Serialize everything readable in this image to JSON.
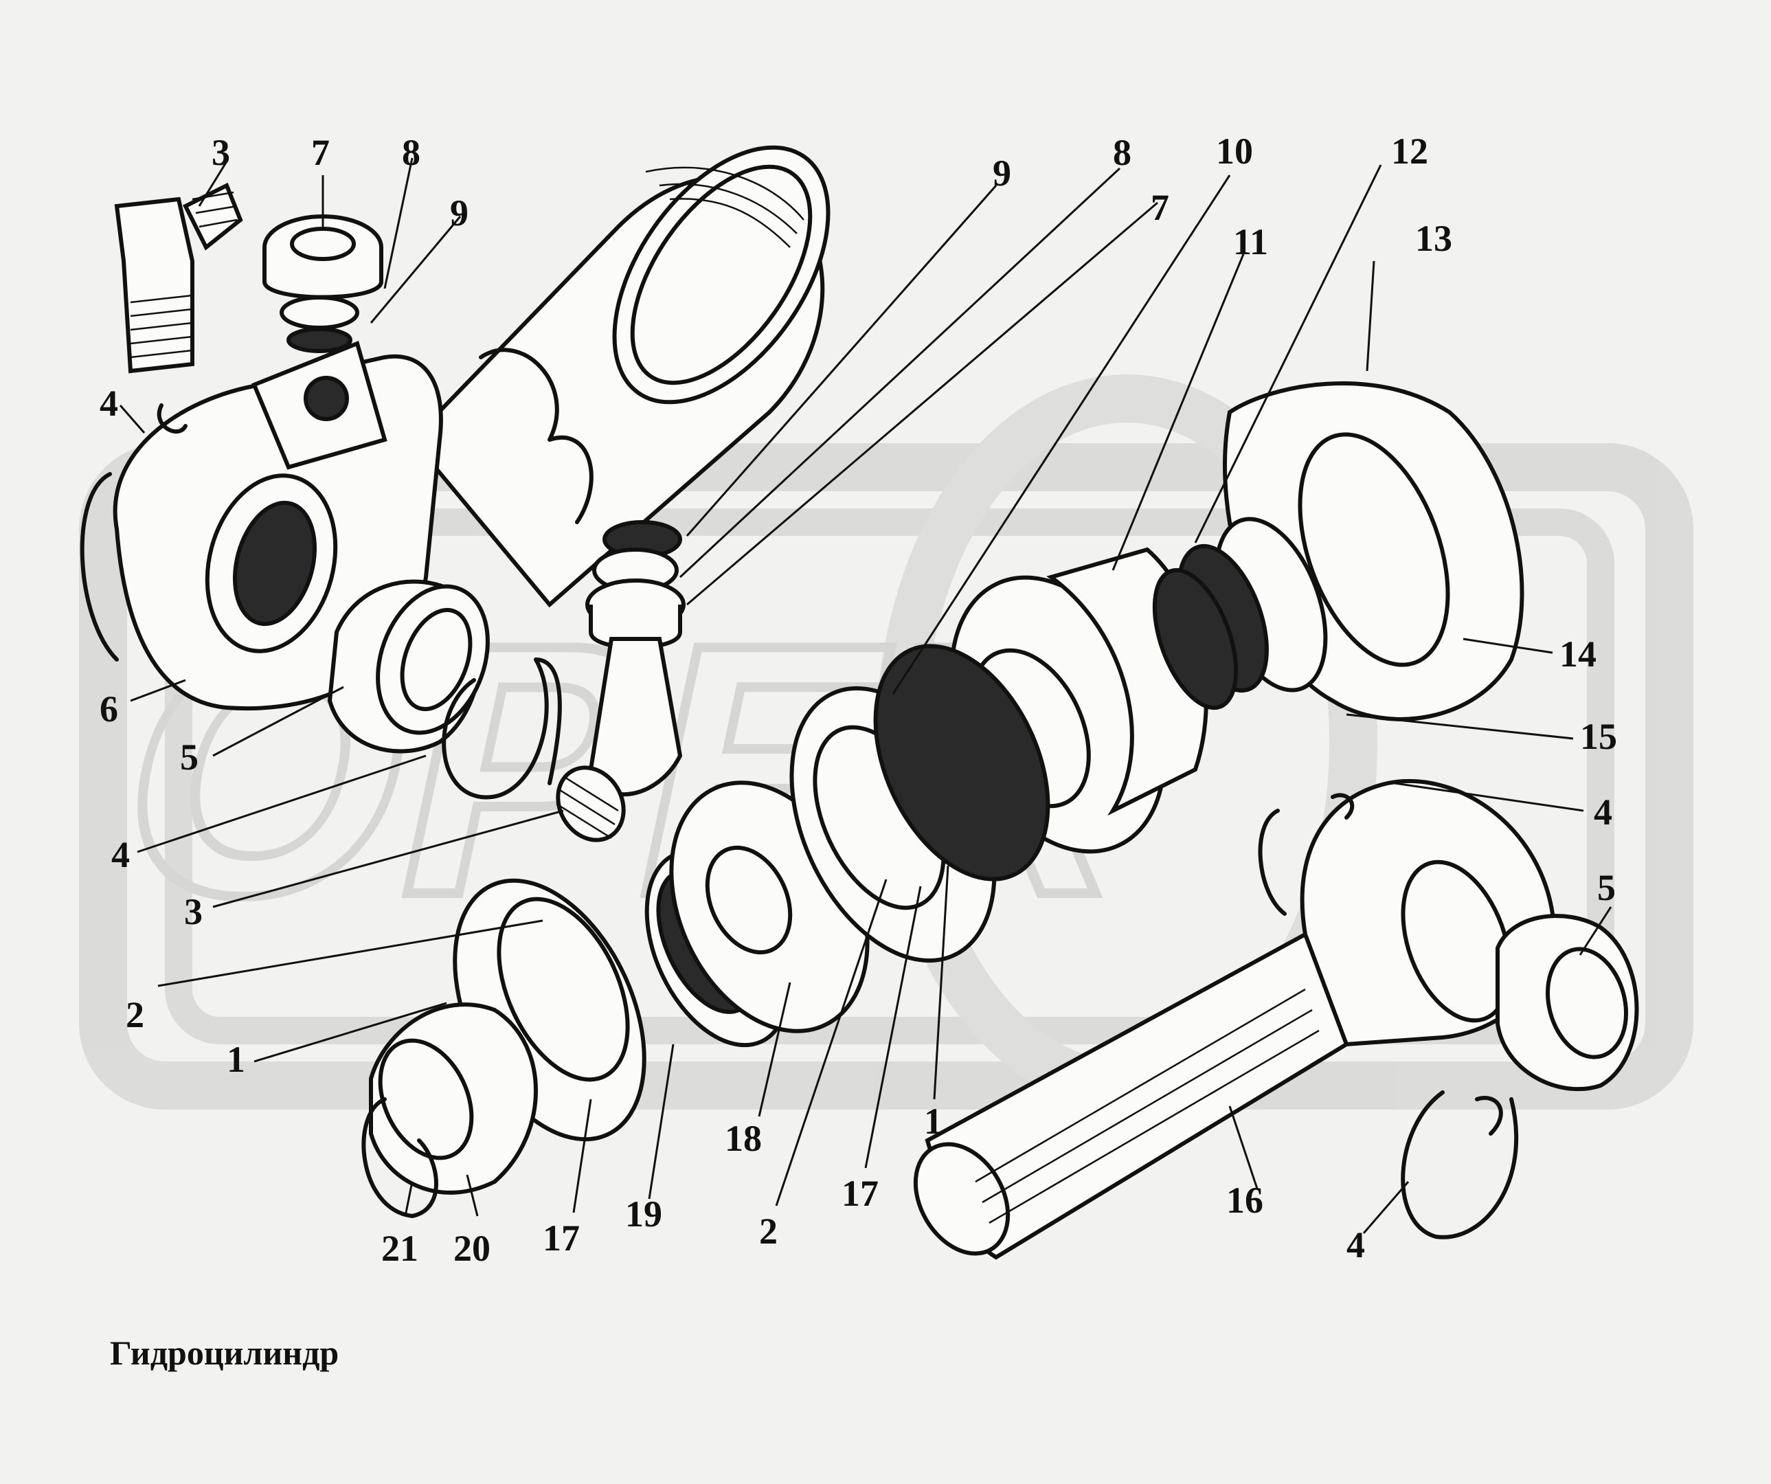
{
  "caption": "Гидроцилиндр",
  "callouts": [
    "1",
    "2",
    "3",
    "4",
    "5",
    "6",
    "7",
    "8",
    "9",
    "10",
    "11",
    "12",
    "13",
    "14",
    "15",
    "16",
    "17",
    "18",
    "19",
    "20",
    "21"
  ],
  "watermark": {
    "text": "ОРЕХ",
    "color": "#d9d9d7"
  },
  "colors": {
    "ink": "#111111",
    "background": "#f2f2f0"
  }
}
